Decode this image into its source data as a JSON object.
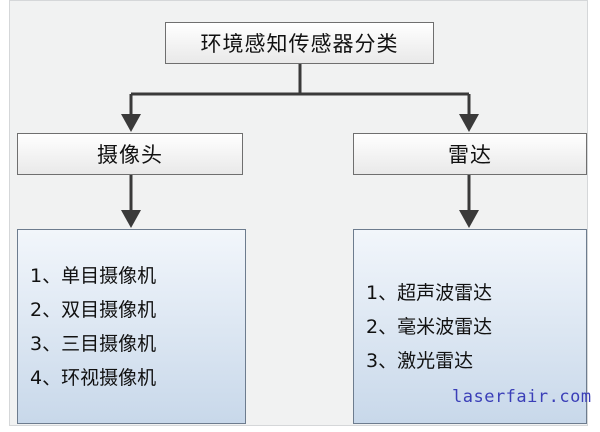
{
  "diagram": {
    "root": {
      "label": "环境感知传感器分类"
    },
    "branches": [
      {
        "label": "摄像头",
        "items": [
          "1、单目摄像机",
          "2、双目摄像机",
          "3、三目摄像机",
          "4、环视摄像机"
        ]
      },
      {
        "label": "雷达",
        "items": [
          "1、超声波雷达",
          "2、毫米波雷达",
          "3、激光雷达"
        ]
      }
    ]
  },
  "watermark": "laserfair.com",
  "colors": {
    "background": "#f1f2f2",
    "box_border": "#6f6f6f",
    "list_fill": "#c8d8ea",
    "arrow": "#3a3a3a",
    "watermark": "#3b3fb8"
  }
}
